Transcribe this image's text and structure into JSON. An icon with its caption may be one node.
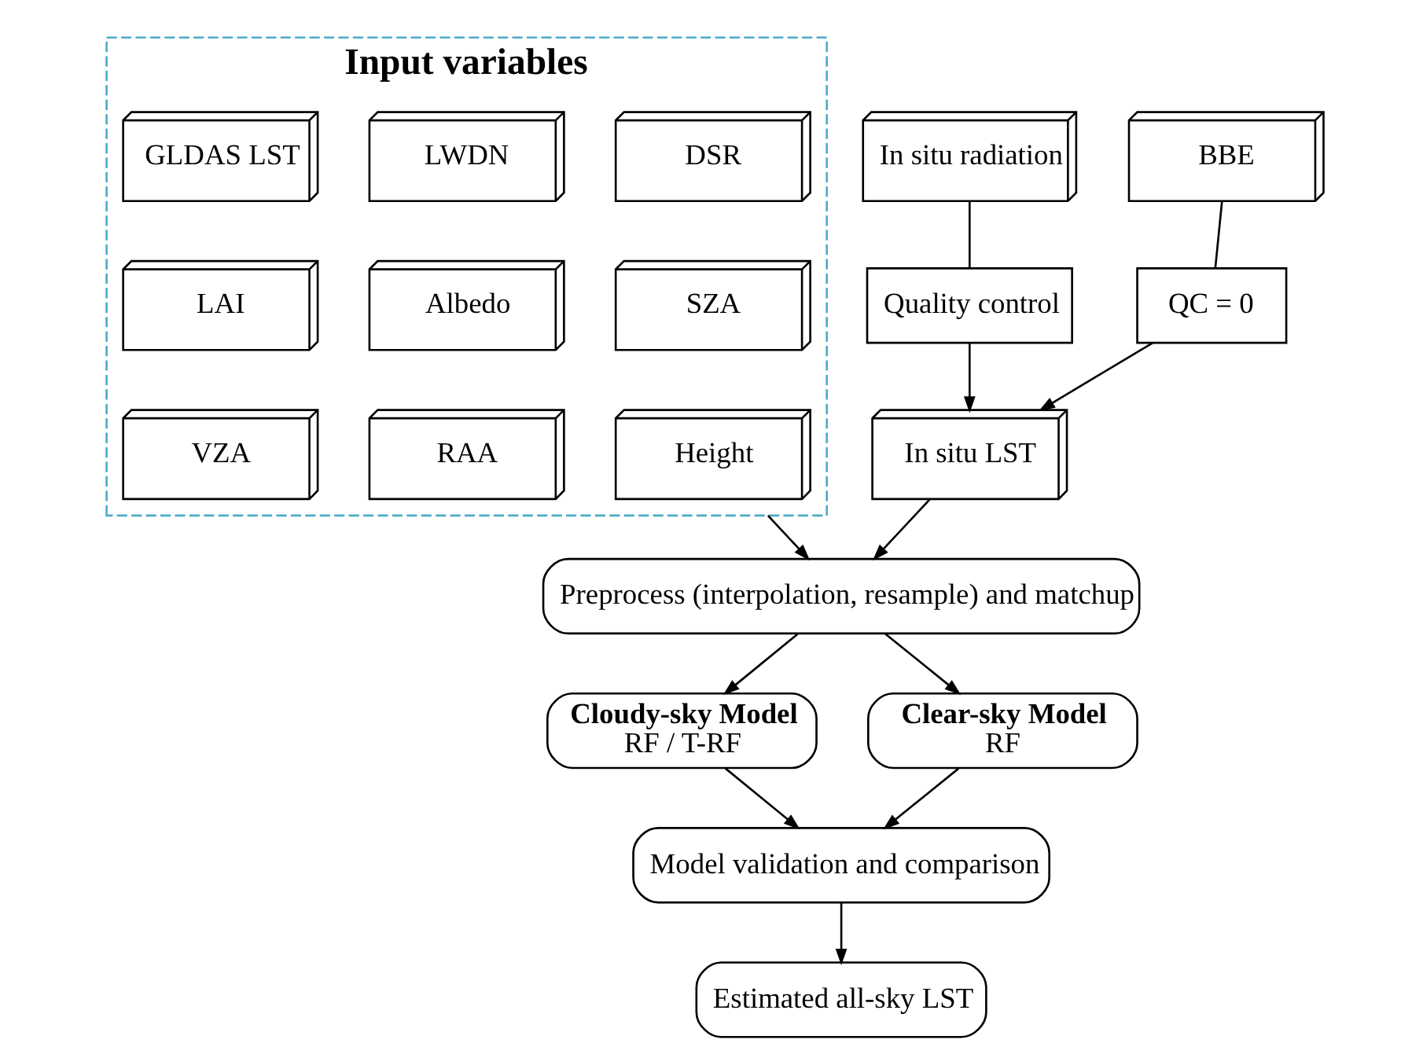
{
  "diagram": {
    "nodes": [
      {
        "text": [
          "Input variables"
        ]
      },
      {
        "text": [
          "GLDAS LST"
        ],
        "in": 0
      },
      {
        "text": [
          "LWDN"
        ],
        "in": 0
      },
      {
        "text": [
          "DSR"
        ],
        "in": 0
      },
      {
        "text": [
          "LAI"
        ],
        "in": 0
      },
      {
        "text": [
          "Albedo"
        ],
        "in": 0
      },
      {
        "text": [
          "SZA"
        ],
        "in": 0
      },
      {
        "text": [
          "VZA"
        ],
        "in": 0
      },
      {
        "text": [
          "RAA"
        ],
        "in": 0
      },
      {
        "text": [
          "Height"
        ],
        "in": 0
      },
      {
        "text": [
          "In situ radiation"
        ]
      },
      {
        "text": [
          "BBE"
        ]
      },
      {
        "text": [
          "Quality control"
        ]
      },
      {
        "text": [
          "QC = 0"
        ]
      },
      {
        "text": [
          "In situ LST"
        ]
      },
      {
        "text": [
          "Preprocess (interpolation, resample) and matchup"
        ]
      },
      {
        "text": [
          "Cloudy-sky Model",
          "RF / T-RF"
        ]
      },
      {
        "text": [
          "Clear-sky Model",
          "RF"
        ]
      },
      {
        "text": [
          "Model validation and comparison"
        ]
      },
      {
        "text": [
          "Estimated all-sky LST"
        ]
      }
    ],
    "edges": [
      {
        "from": 10,
        "to": 12,
        "arrow": "none"
      },
      {
        "from": 11,
        "to": 13,
        "arrow": "none"
      },
      {
        "from": 12,
        "to": 14,
        "arrow": "to"
      },
      {
        "from": 13,
        "to": 14,
        "arrow": "to"
      },
      {
        "from": 0,
        "to": 15,
        "arrow": "to"
      },
      {
        "from": 14,
        "to": 15,
        "arrow": "to"
      },
      {
        "from": 15,
        "to": 16,
        "arrow": "to"
      },
      {
        "from": 15,
        "to": 17,
        "arrow": "to"
      },
      {
        "from": 16,
        "to": 18,
        "arrow": "to"
      },
      {
        "from": 17,
        "to": 18,
        "arrow": "to"
      },
      {
        "from": 18,
        "to": 19,
        "arrow": "to"
      }
    ]
  }
}
